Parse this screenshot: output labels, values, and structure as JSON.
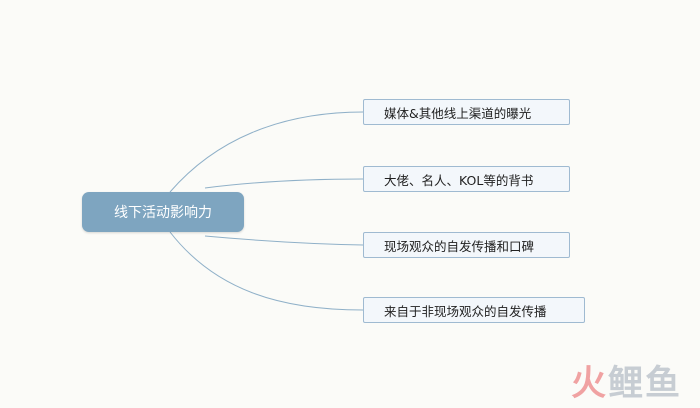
{
  "mindmap": {
    "central_topic": "线下活动影响力",
    "branches": [
      {
        "label": "媒体&其他线上渠道的曝光"
      },
      {
        "label": "大佬、名人、KOL等的背书"
      },
      {
        "label": "现场观众的自发传播和口碑"
      },
      {
        "label": "来自于非现场观众的自发传播"
      }
    ]
  },
  "colors": {
    "central_fill": "#7ea5c0",
    "branch_border": "#9fbad1",
    "connector": "#8fb0c8",
    "background": "#fbfbf8"
  },
  "watermark": {
    "chars": [
      "火",
      "鲤",
      "鱼"
    ]
  }
}
